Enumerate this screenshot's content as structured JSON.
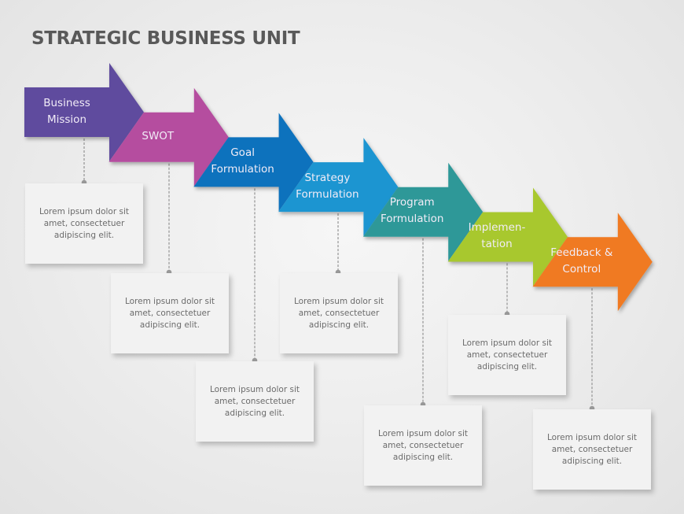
{
  "title": "STRATEGIC BUSINESS UNIT",
  "steps": [
    {
      "label_line1": "Business",
      "label_line2": "Mission",
      "color": "#5e4b9e",
      "description": "Lorem ipsum dolor sit amet, consectetuer adipiscing elit."
    },
    {
      "label_line1": "SWOT",
      "label_line2": "",
      "color": "#b54d9f",
      "description": "Lorem ipsum dolor sit amet, consectetuer adipiscing elit."
    },
    {
      "label_line1": "Goal",
      "label_line2": "Formulation",
      "color": "#0f72bd",
      "description": "Lorem ipsum dolor sit amet, consectetuer adipiscing elit."
    },
    {
      "label_line1": "Strategy",
      "label_line2": "Formulation",
      "color": "#1e95d1",
      "description": "Lorem ipsum dolor sit amet, consectetuer adipiscing elit."
    },
    {
      "label_line1": "Program",
      "label_line2": "Formulation",
      "color": "#2e9898",
      "description": "Lorem ipsum dolor sit amet, consectetuer adipiscing elit."
    },
    {
      "label_line1": "Implemen-",
      "label_line2": "tation",
      "color": "#a8c82f",
      "description": "Lorem ipsum dolor sit amet, consectetuer adipiscing elit."
    },
    {
      "label_line1": "Feedback &",
      "label_line2": "Control",
      "color": "#f07a22",
      "description": "Lorem ipsum dolor sit amet, consectetuer adipiscing elit."
    }
  ]
}
